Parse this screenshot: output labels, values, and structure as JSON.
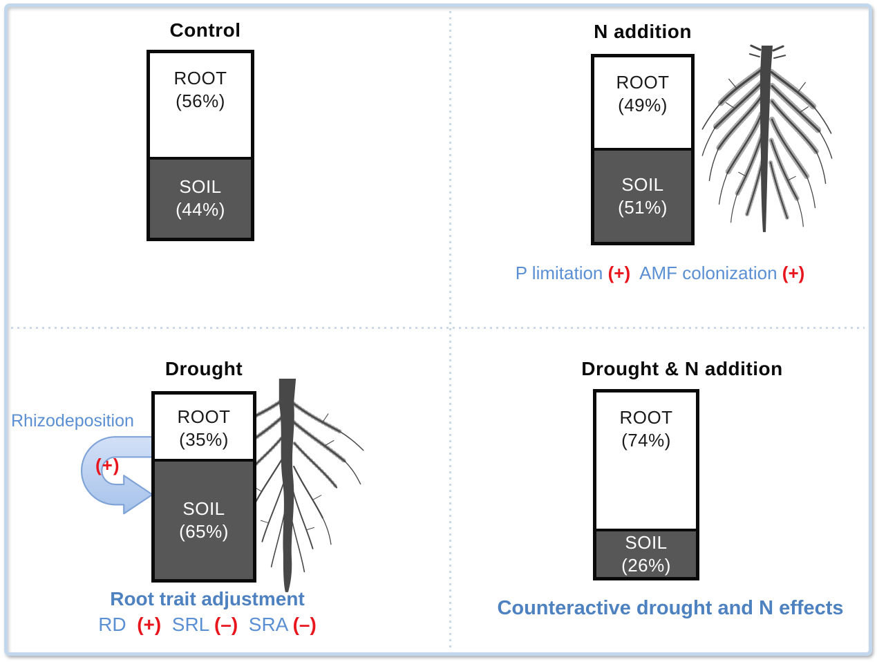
{
  "colors": {
    "frame_border": "#c3d7ec",
    "divider": "#c8d8e6",
    "soil_fill": "#575757",
    "bar_border": "#0a0a0a",
    "blue_text": "#5b8fd4",
    "blue_bold_text": "#4e81bf",
    "red_text": "#e8151d",
    "arrow_fill": "#c3d6f2",
    "arrow_border": "#7fa3d7",
    "root_drawing": "#454545"
  },
  "figure": {
    "panels": [
      {
        "id": "control",
        "title": "Control",
        "bar": {
          "segments": [
            {
              "label": "ROOT",
              "pct_label": "(56%)",
              "value": 56
            },
            {
              "label": "SOIL",
              "pct_label": "(44%)",
              "value": 44
            }
          ]
        }
      },
      {
        "id": "n_addition",
        "title": "N addition",
        "bar": {
          "segments": [
            {
              "label": "ROOT",
              "pct_label": "(49%)",
              "value": 49
            },
            {
              "label": "SOIL",
              "pct_label": "(51%)",
              "value": 51
            }
          ]
        },
        "annotation_segments": [
          {
            "t": "P limitation ",
            "c": "blue"
          },
          {
            "t": "(+)",
            "c": "red"
          },
          {
            "t": "  AMF colonization ",
            "c": "blue"
          },
          {
            "t": "(+)",
            "c": "red"
          }
        ]
      },
      {
        "id": "drought",
        "title": "Drought",
        "rhizodeposition_label": "Rhizodeposition",
        "arrow_plus_label": "(+)",
        "bar": {
          "segments": [
            {
              "label": "ROOT",
              "pct_label": "(35%)",
              "value": 35
            },
            {
              "label": "SOIL",
              "pct_label": "(65%)",
              "value": 65
            }
          ]
        },
        "annotation_title": "Root trait adjustment",
        "annotation_segments": [
          {
            "t": "RD ",
            "c": "blue"
          },
          {
            "t": " (+) ",
            "c": "red"
          },
          {
            "t": " SRL ",
            "c": "blue"
          },
          {
            "t": "(–) ",
            "c": "red"
          },
          {
            "t": " SRA ",
            "c": "blue"
          },
          {
            "t": "(–)",
            "c": "red"
          }
        ]
      },
      {
        "id": "drought_n_addition",
        "title": "Drought & N addition",
        "bar": {
          "segments": [
            {
              "label": "ROOT",
              "pct_label": "(74%)",
              "value": 74
            },
            {
              "label": "SOIL",
              "pct_label": "(26%)",
              "value": 26
            }
          ]
        },
        "annotation_title": "Counteractive drought and N effects"
      }
    ]
  },
  "chart_data": {
    "type": "bar",
    "subtype": "stacked-100-percent",
    "categories": [
      "Control",
      "N addition",
      "Drought",
      "Drought & N addition"
    ],
    "series": [
      {
        "name": "ROOT",
        "values": [
          56,
          49,
          35,
          74
        ],
        "color": "#ffffff"
      },
      {
        "name": "SOIL",
        "values": [
          44,
          51,
          65,
          26
        ],
        "color": "#575757"
      }
    ],
    "unit": "%",
    "legend_position": "in-bar-labels",
    "grid": false
  }
}
